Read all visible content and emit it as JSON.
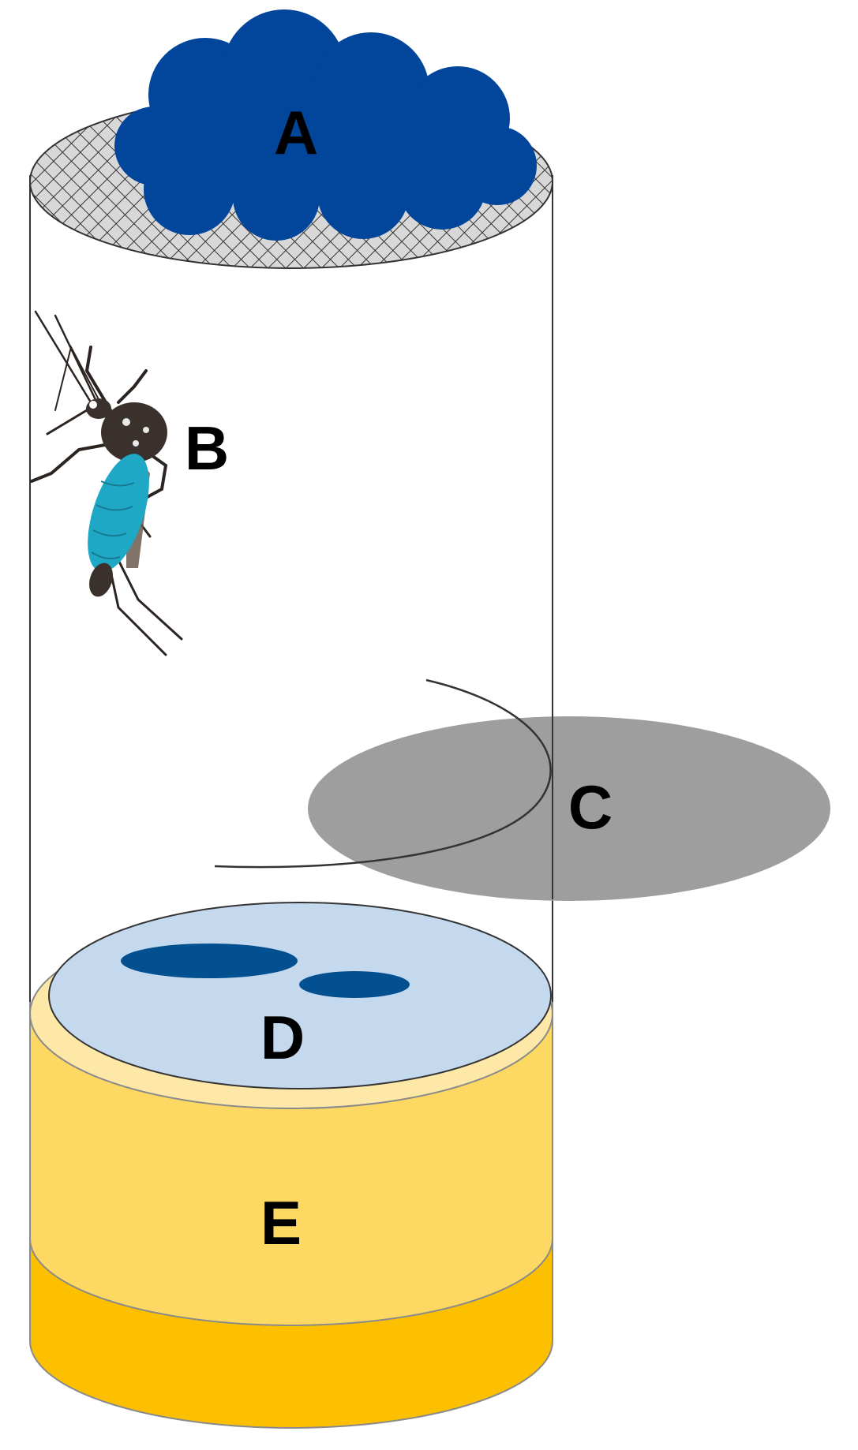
{
  "labels": {
    "a": "A",
    "b": "B",
    "c": "C",
    "d": "D",
    "e": "E"
  },
  "colors": {
    "cloud": "#02469B",
    "mesh_fill": "#D8D8D8",
    "mesh_line": "#333333",
    "tube_outline": "#333333",
    "disc": "#9E9E9E",
    "water": "#C4D8EE",
    "water_spot": "#02508F",
    "cup_top": "#FDE8A8",
    "cup_body": "#FDD862",
    "cup_base": "#FDC000",
    "mosquito_body": "#3A302C",
    "mosquito_abdomen": "#1FA7C6",
    "label_text": "#000000"
  }
}
